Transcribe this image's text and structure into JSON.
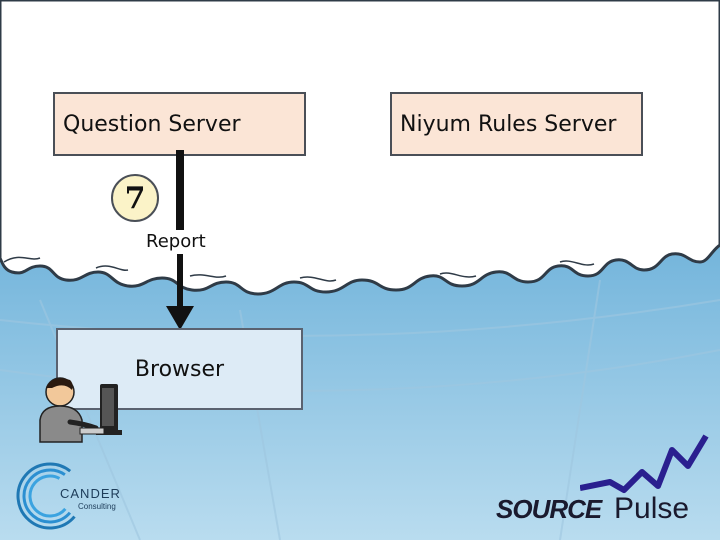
{
  "diagram": {
    "question_server_label": "Question Server",
    "rules_server_label": "Niyum Rules Server",
    "step_number": "7",
    "arrow_label": "Report",
    "browser_label": "Browser"
  },
  "logos": {
    "cander_name": "CANDER",
    "cander_sub": "Consulting",
    "sourcepulse_part1": "SOURCE",
    "sourcepulse_part2": "Pulse"
  },
  "colors": {
    "server_box_fill": "#fbe5d6",
    "browser_box_fill": "#ddebf6",
    "step_circle_fill": "#fbf3c8",
    "background_blue": "#5fa6cf",
    "cloud_white": "#ffffff"
  }
}
